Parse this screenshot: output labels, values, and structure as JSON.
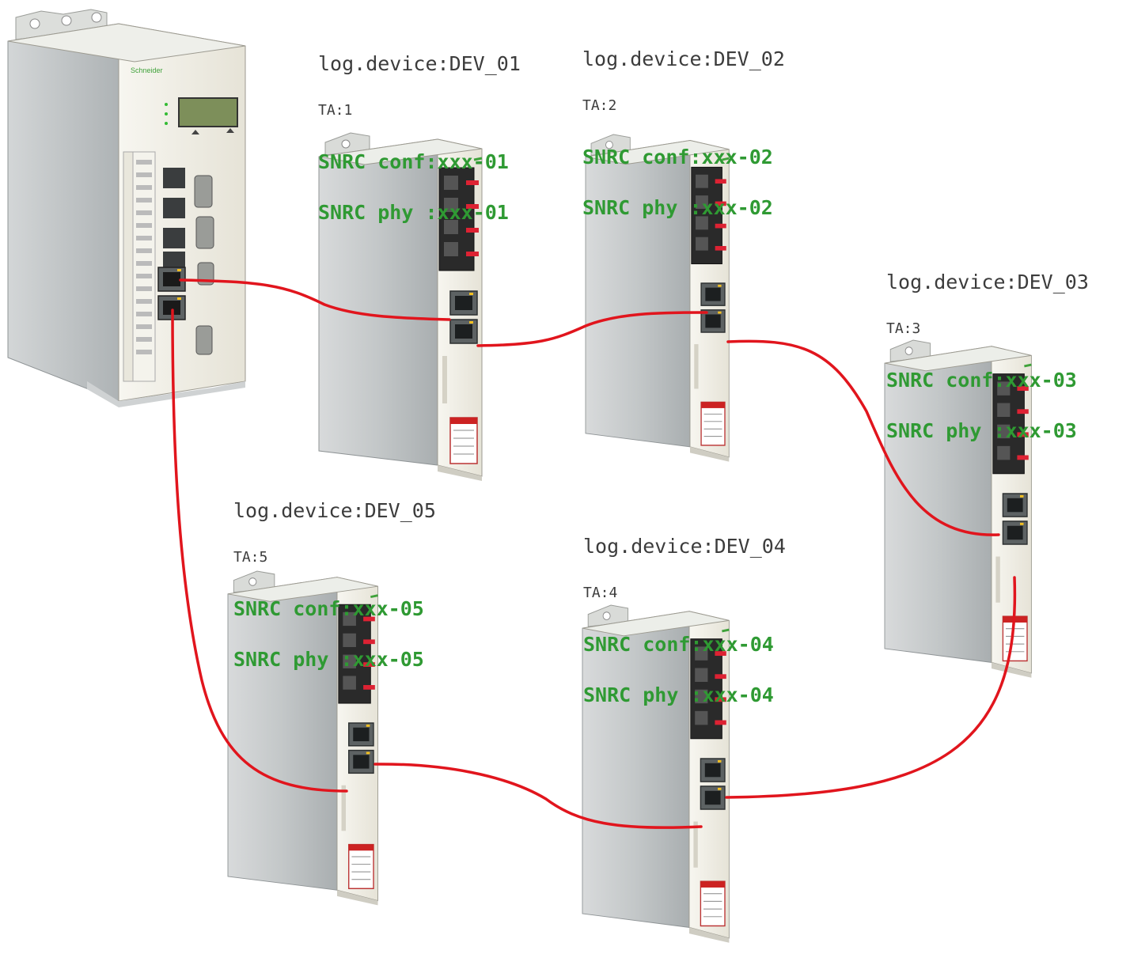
{
  "colors": {
    "cable": "#e1151d",
    "label_text": "#3c3c3c",
    "snrc_text": "#2f9a33",
    "drive_body": "#f1efe6",
    "drive_side": "#bfc3c4"
  },
  "controller": {
    "icon": "motion-controller-icon"
  },
  "devices": [
    {
      "id": "dev01",
      "name": "log.device:DEV_01",
      "ta": "TA:1",
      "snrc_conf": "SNRC conf:xxx-01",
      "snrc_phy": "SNRC phy :xxx-01"
    },
    {
      "id": "dev02",
      "name": "log.device:DEV_02",
      "ta": "TA:2",
      "snrc_conf": "SNRC conf:xxx-02",
      "snrc_phy": "SNRC phy :xxx-02"
    },
    {
      "id": "dev03",
      "name": "log.device:DEV_03",
      "ta": "TA:3",
      "snrc_conf": "SNRC conf:xxx-03",
      "snrc_phy": "SNRC phy :xxx-03"
    },
    {
      "id": "dev04",
      "name": "log.device:DEV_04",
      "ta": "TA:4",
      "snrc_conf": "SNRC conf:xxx-04",
      "snrc_phy": "SNRC phy :xxx-04"
    },
    {
      "id": "dev05",
      "name": "log.device:DEV_05",
      "ta": "TA:5",
      "snrc_conf": "SNRC conf:xxx-05",
      "snrc_phy": "SNRC phy :xxx-05"
    }
  ]
}
